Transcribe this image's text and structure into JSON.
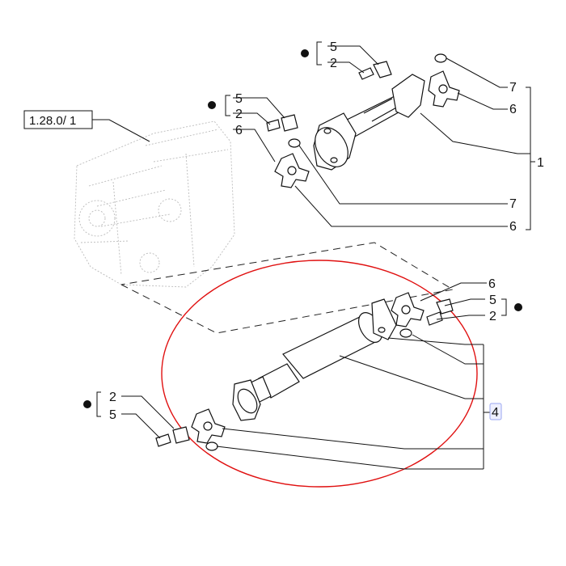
{
  "reference": "1.28.0/ 1",
  "labels": {
    "item_1": "1",
    "item_2": "2",
    "item_4": "4",
    "item_5": "5",
    "item_6": "6",
    "item_7": "7"
  },
  "colors": {
    "highlight_ellipse": "#e01010",
    "highlight_box": "#9aa6f0"
  },
  "icons": [
    "bullet-dot-icon"
  ]
}
